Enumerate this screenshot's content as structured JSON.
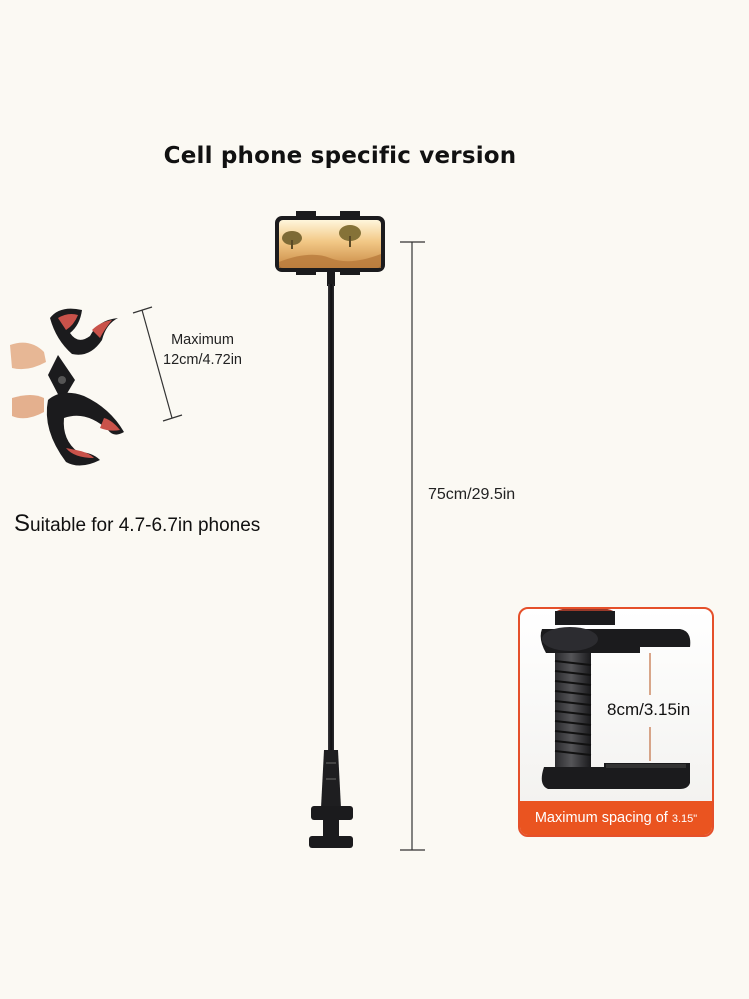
{
  "title": "Cell phone specific version",
  "holder_spec": {
    "line1": "Maximum",
    "line2": "12cm/4.72in"
  },
  "suitable": {
    "first_letter": "S",
    "rest": "uitable for 4.7-6.7in phones"
  },
  "height_label": "75cm/29.5in",
  "clamp": {
    "opening_label": "8cm/3.15in",
    "caption_main": "Maximum spacing of",
    "caption_value": "3.15\""
  },
  "colors": {
    "background": "#fbf9f3",
    "accent": "#ea5420",
    "product": "#1b1b1d",
    "grip_pad": "#c9524a"
  }
}
